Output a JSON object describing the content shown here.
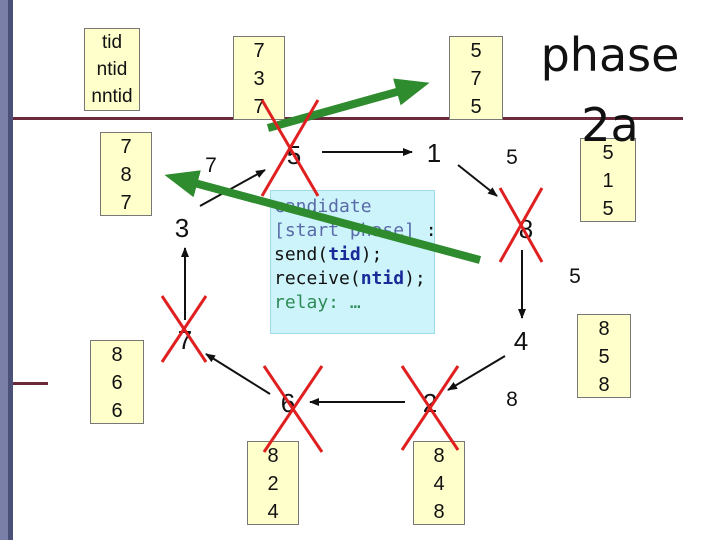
{
  "title": "phase 2a",
  "legend": [
    "tid",
    "ntid",
    "nntid"
  ],
  "callout": {
    "line1": "candidate",
    "line2a": "[start phase]",
    "line2b": " :",
    "line3a": "send(",
    "line3b": "tid",
    "line3c": ");",
    "line4a": "receive(",
    "line4b": "ntid",
    "line4c": ");",
    "line5": "relay: …"
  },
  "nodes": [
    {
      "id": "n5",
      "label": "5",
      "crossed": true
    },
    {
      "id": "n1",
      "label": "1",
      "crossed": false
    },
    {
      "id": "n8",
      "label": "8",
      "crossed": true
    },
    {
      "id": "n4",
      "label": "4",
      "crossed": false
    },
    {
      "id": "n2",
      "label": "2",
      "crossed": true
    },
    {
      "id": "n6",
      "label": "6",
      "crossed": true
    },
    {
      "id": "n7",
      "label": "7",
      "crossed": true
    },
    {
      "id": "n3",
      "label": "3",
      "crossed": false
    }
  ],
  "messages": [
    {
      "id": "m1",
      "label": "7"
    },
    {
      "id": "m2",
      "label": "5"
    },
    {
      "id": "m3",
      "label": "5"
    },
    {
      "id": "m4",
      "label": "8"
    }
  ],
  "tables": [
    {
      "id": "t-top",
      "values": [
        "7",
        "3",
        "7"
      ]
    },
    {
      "id": "t-top-right",
      "values": [
        "5",
        "7",
        "5"
      ]
    },
    {
      "id": "t-left",
      "values": [
        "7",
        "8",
        "7"
      ]
    },
    {
      "id": "t-left-bottom",
      "values": [
        "8",
        "6",
        "6"
      ]
    },
    {
      "id": "t-right",
      "values": [
        "5",
        "1",
        "5"
      ]
    },
    {
      "id": "t-right-bottom",
      "values": [
        "8",
        "5",
        "8"
      ]
    },
    {
      "id": "t-bottom-left",
      "values": [
        "8",
        "2",
        "4"
      ]
    },
    {
      "id": "t-bottom-right",
      "values": [
        "8",
        "4",
        "8"
      ]
    }
  ],
  "colors": {
    "table_fill": "#ffffcc",
    "callout_fill": "#ccf4fa",
    "arrow": "#2e8b2e",
    "cross": "#e02020",
    "accent_line": "#6b2a3a"
  }
}
